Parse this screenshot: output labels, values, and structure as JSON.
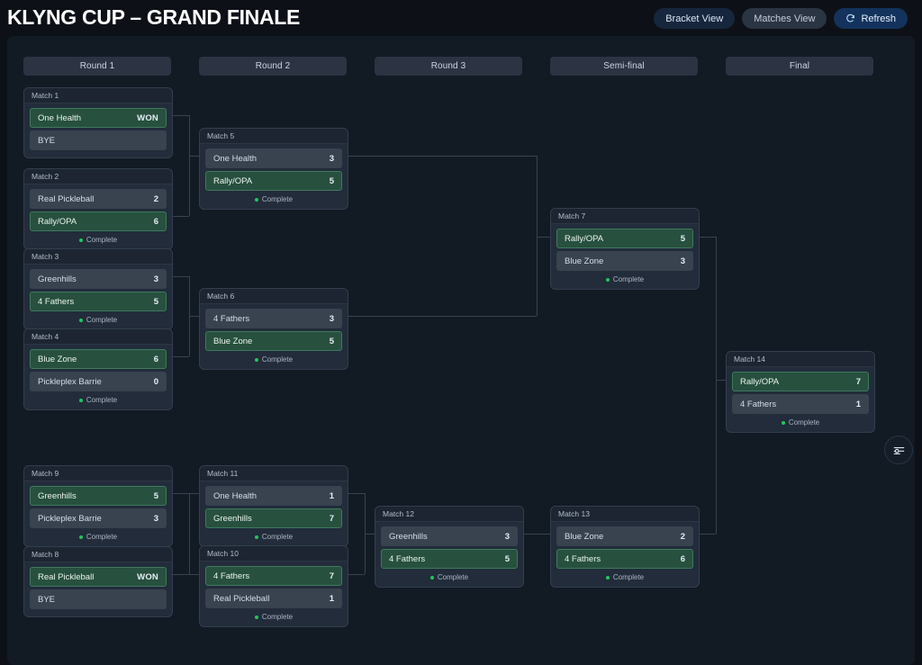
{
  "header": {
    "title": "KLYNG CUP – GRAND FINALE",
    "buttons": {
      "bracket_view": "Bracket View",
      "matches_view": "Matches View",
      "refresh": "Refresh",
      "refresh_icon": "refresh-icon"
    }
  },
  "rounds": [
    {
      "label": "Round 1"
    },
    {
      "label": "Round 2"
    },
    {
      "label": "Round 3"
    },
    {
      "label": "Semi-final"
    },
    {
      "label": "Final"
    }
  ],
  "status_label": "Complete",
  "won_label": "WON",
  "colors": {
    "page_bg": "#0d1117",
    "panel_bg": "#121a24",
    "card_bg": "#222c3a",
    "team_bg": "#39424f",
    "winner_bg": "#27503f",
    "winner_border": "#3f7a5c",
    "status_dot": "#22c55e",
    "refresh_btn": "#13335c",
    "bracket_btn": "#16263c",
    "matches_btn": "#2b3442"
  },
  "matches": [
    {
      "id": "m1",
      "title": "Match 1",
      "round": 1,
      "teams": [
        {
          "name": "One Health",
          "score": "WON",
          "winner": true
        },
        {
          "name": "BYE",
          "score": "",
          "winner": false
        }
      ],
      "status": ""
    },
    {
      "id": "m2",
      "title": "Match 2",
      "round": 1,
      "teams": [
        {
          "name": "Real Pickleball",
          "score": "2",
          "winner": false
        },
        {
          "name": "Rally/OPA",
          "score": "6",
          "winner": true
        }
      ],
      "status": "Complete"
    },
    {
      "id": "m3",
      "title": "Match 3",
      "round": 1,
      "teams": [
        {
          "name": "Greenhills",
          "score": "3",
          "winner": false
        },
        {
          "name": "4 Fathers",
          "score": "5",
          "winner": true
        }
      ],
      "status": "Complete"
    },
    {
      "id": "m4",
      "title": "Match 4",
      "round": 1,
      "teams": [
        {
          "name": "Blue Zone",
          "score": "6",
          "winner": true
        },
        {
          "name": "Pickleplex Barrie",
          "score": "0",
          "winner": false
        }
      ],
      "status": "Complete"
    },
    {
      "id": "m9",
      "title": "Match 9",
      "round": 1,
      "teams": [
        {
          "name": "Greenhills",
          "score": "5",
          "winner": true
        },
        {
          "name": "Pickleplex Barrie",
          "score": "3",
          "winner": false
        }
      ],
      "status": "Complete"
    },
    {
      "id": "m8",
      "title": "Match 8",
      "round": 1,
      "teams": [
        {
          "name": "Real Pickleball",
          "score": "WON",
          "winner": true
        },
        {
          "name": "BYE",
          "score": "",
          "winner": false
        }
      ],
      "status": ""
    },
    {
      "id": "m5",
      "title": "Match 5",
      "round": 2,
      "teams": [
        {
          "name": "One Health",
          "score": "3",
          "winner": false
        },
        {
          "name": "Rally/OPA",
          "score": "5",
          "winner": true
        }
      ],
      "status": "Complete"
    },
    {
      "id": "m6",
      "title": "Match 6",
      "round": 2,
      "teams": [
        {
          "name": "4 Fathers",
          "score": "3",
          "winner": false
        },
        {
          "name": "Blue Zone",
          "score": "5",
          "winner": true
        }
      ],
      "status": "Complete"
    },
    {
      "id": "m11",
      "title": "Match 11",
      "round": 2,
      "teams": [
        {
          "name": "One Health",
          "score": "1",
          "winner": false
        },
        {
          "name": "Greenhills",
          "score": "7",
          "winner": true
        }
      ],
      "status": "Complete"
    },
    {
      "id": "m10",
      "title": "Match 10",
      "round": 2,
      "teams": [
        {
          "name": "4 Fathers",
          "score": "7",
          "winner": true
        },
        {
          "name": "Real Pickleball",
          "score": "1",
          "winner": false
        }
      ],
      "status": "Complete"
    },
    {
      "id": "m12",
      "title": "Match 12",
      "round": 3,
      "teams": [
        {
          "name": "Greenhills",
          "score": "3",
          "winner": false
        },
        {
          "name": "4 Fathers",
          "score": "5",
          "winner": true
        }
      ],
      "status": "Complete"
    },
    {
      "id": "m7",
      "title": "Match 7",
      "round": 4,
      "teams": [
        {
          "name": "Rally/OPA",
          "score": "5",
          "winner": true
        },
        {
          "name": "Blue Zone",
          "score": "3",
          "winner": false
        }
      ],
      "status": "Complete"
    },
    {
      "id": "m13",
      "title": "Match 13",
      "round": 4,
      "teams": [
        {
          "name": "Blue Zone",
          "score": "2",
          "winner": false
        },
        {
          "name": "4 Fathers",
          "score": "6",
          "winner": true
        }
      ],
      "status": "Complete"
    },
    {
      "id": "m14",
      "title": "Match 14",
      "round": 5,
      "teams": [
        {
          "name": "Rally/OPA",
          "score": "7",
          "winner": true
        },
        {
          "name": "4 Fathers",
          "score": "1",
          "winner": false
        }
      ],
      "status": "Complete"
    }
  ],
  "fab": {
    "icon": "sliders-icon"
  }
}
